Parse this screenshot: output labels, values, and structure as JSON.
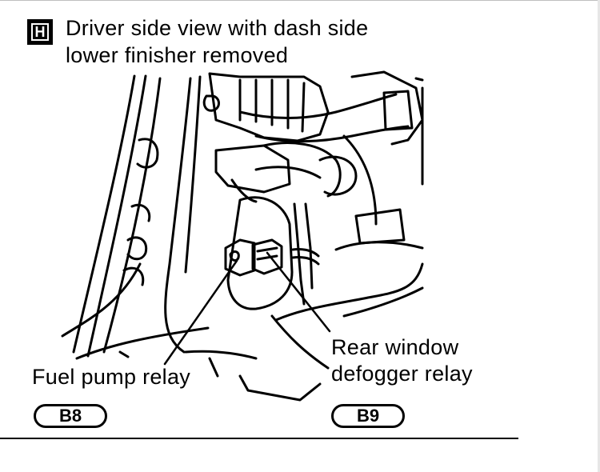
{
  "section_letter": "H",
  "title": "Driver side view with dash side\nlower finisher removed",
  "callouts": {
    "fuel_pump_relay": "Fuel pump relay",
    "rear_window_defogger_relay": "Rear window\ndefogger relay"
  },
  "refs": {
    "left": "B8",
    "right": "B9"
  }
}
